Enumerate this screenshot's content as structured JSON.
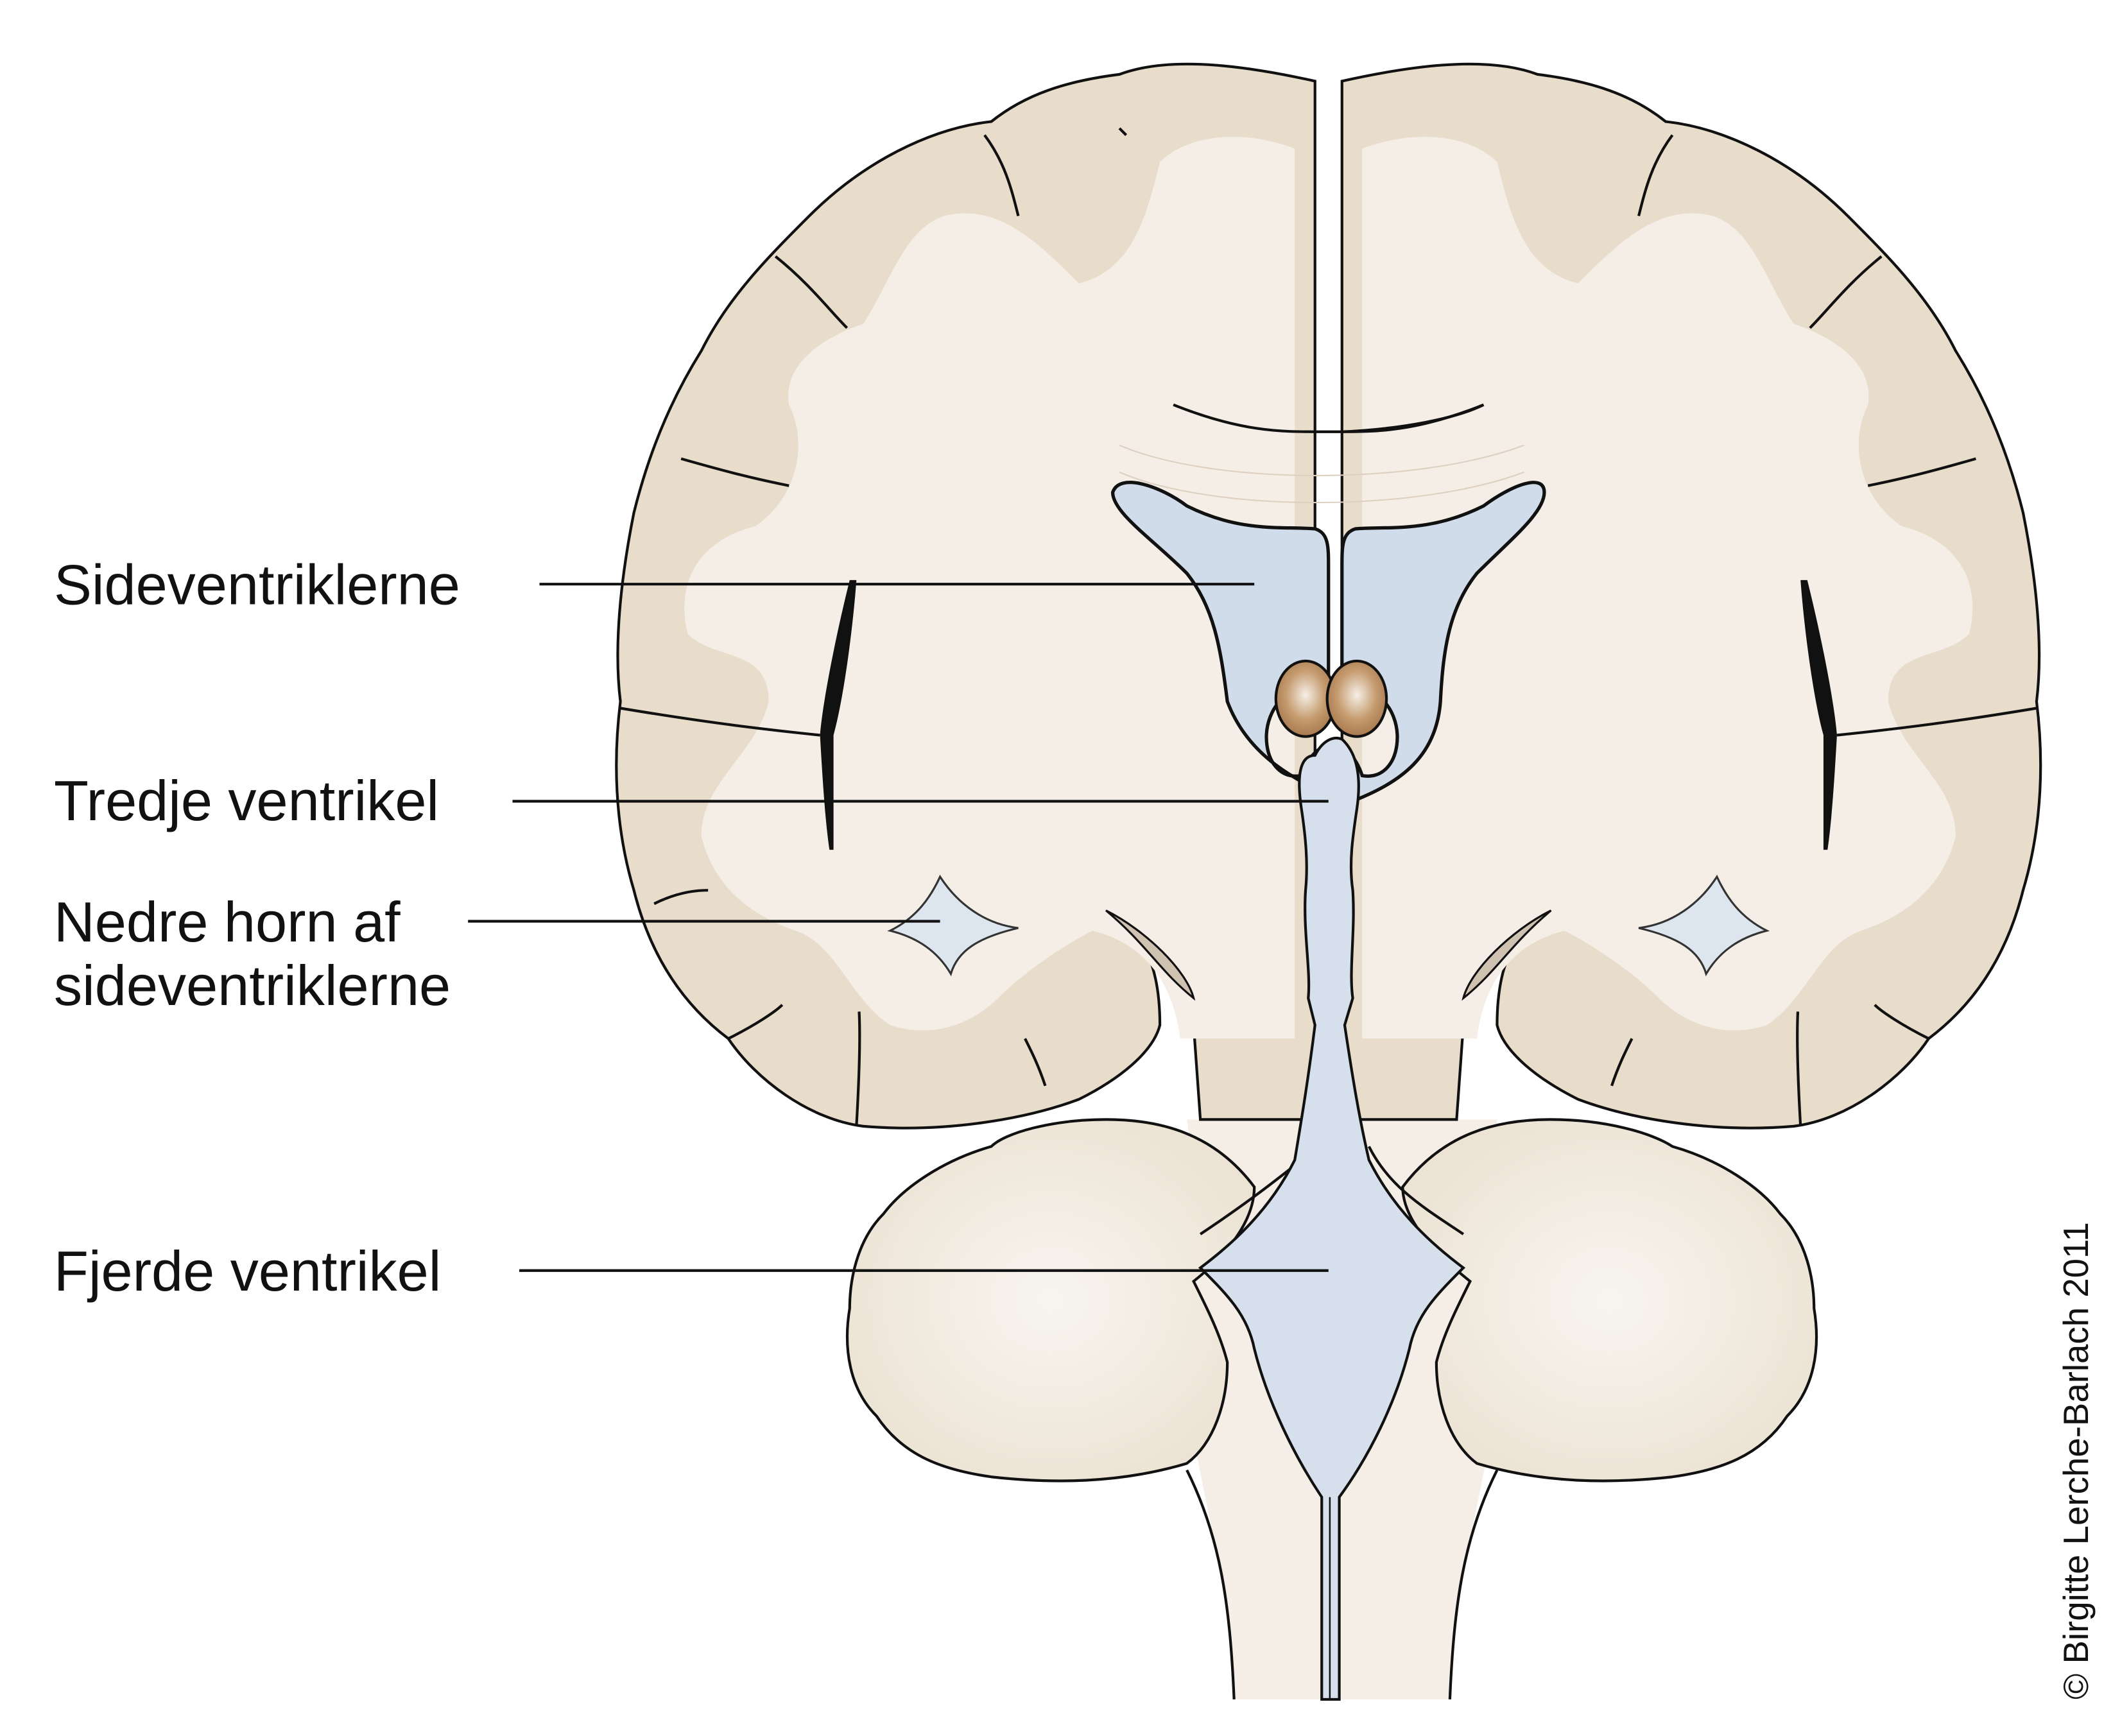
{
  "labels": {
    "lateral_ventricles": "Sideventriklerne",
    "third_ventricle": "Tredje ventrikel",
    "inferior_horn_line1": "Nedre horn af",
    "inferior_horn_line2": "sideventriklerne",
    "fourth_ventricle": "Fjerde ventrikel"
  },
  "copyright": "© Birgitte Lerche-Barlach 2011",
  "colors": {
    "grey_matter": "#e8dccb",
    "white_matter": "#f5eee7",
    "ventricle": "#d0dce9",
    "thalamus": "#a87a4f",
    "cerebellum": "#eee6d9",
    "outline": "#111111"
  }
}
